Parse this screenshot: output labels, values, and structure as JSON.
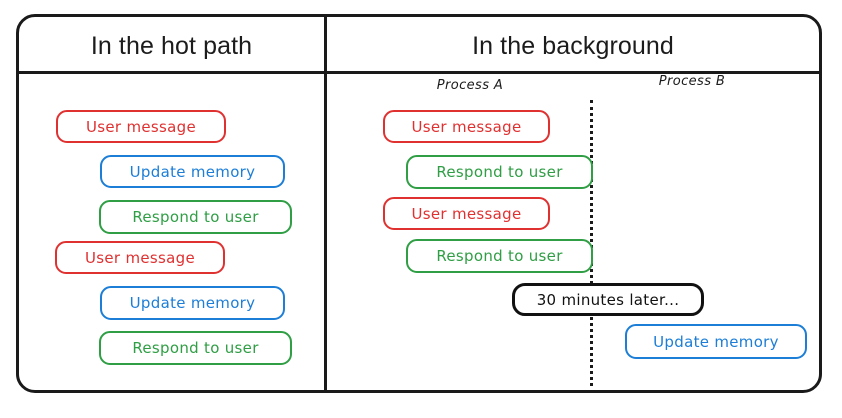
{
  "diagram": {
    "title_left": "In the hot path",
    "title_right": "In the background",
    "colors": {
      "red": "#e03131",
      "blue": "#1c7ed6",
      "green": "#2f9e44",
      "black": "#111111",
      "frame": "#1a1a1a",
      "background": "#ffffff"
    }
  },
  "left_column": {
    "header": "In the hot path",
    "steps": [
      {
        "label": "User message",
        "color": "red"
      },
      {
        "label": "Update memory",
        "color": "blue"
      },
      {
        "label": "Respond to user",
        "color": "green"
      },
      {
        "label": "User message",
        "color": "red"
      },
      {
        "label": "Update memory",
        "color": "blue"
      },
      {
        "label": "Respond to user",
        "color": "green"
      }
    ]
  },
  "right_column": {
    "header": "In the background",
    "process_a_label": "Process A",
    "process_b_label": "Process B",
    "process_a_steps": [
      {
        "label": "User message",
        "color": "red"
      },
      {
        "label": "Respond to user",
        "color": "green"
      },
      {
        "label": "User message",
        "color": "red"
      },
      {
        "label": "Respond to user",
        "color": "green"
      }
    ],
    "time_gap": {
      "label": "30 minutes later...",
      "color": "black"
    },
    "process_b_steps": [
      {
        "label": "Update memory",
        "color": "blue"
      }
    ]
  }
}
